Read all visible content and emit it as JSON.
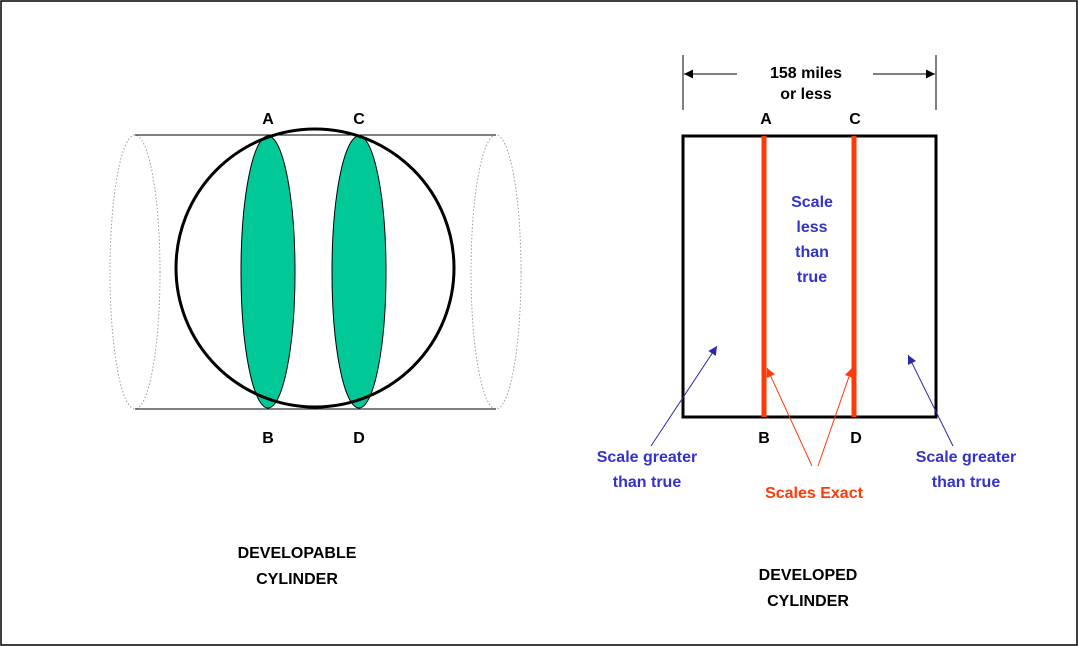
{
  "colors": {
    "outline": "#000000",
    "lens_fill": "#00c896",
    "secant_line": "#ff3a0a",
    "blue_text": "#3333cc",
    "blue_arrow": "#2a2aa8"
  },
  "left_figure": {
    "points": {
      "a": "A",
      "b": "B",
      "c": "C",
      "d": "D"
    },
    "caption_line1": "DEVELOPABLE",
    "caption_line2": "CYLINDER"
  },
  "right_figure": {
    "points": {
      "a": "A",
      "b": "B",
      "c": "C",
      "d": "D"
    },
    "width_label_line1": "158 miles",
    "width_label_line2": "or less",
    "center_label": [
      "Scale",
      "less",
      "than",
      "true"
    ],
    "left_label_line1": "Scale greater",
    "left_label_line2": "than true",
    "right_label_line1": "Scale greater",
    "right_label_line2": "than true",
    "exact_label": "Scales Exact",
    "caption_line1": "DEVELOPED",
    "caption_line2": "CYLINDER"
  }
}
